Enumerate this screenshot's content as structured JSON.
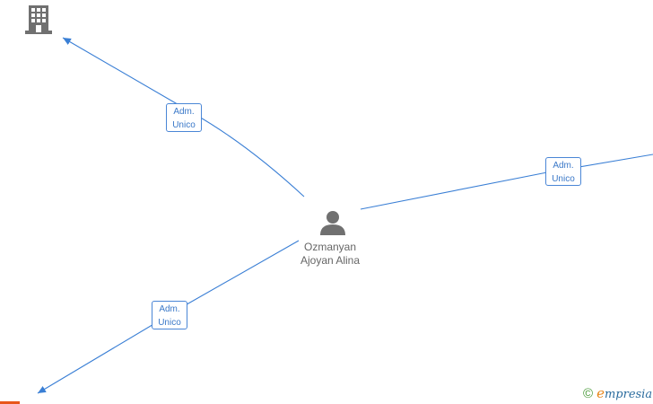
{
  "center_node": {
    "icon": "person-icon",
    "name_line1": "Ozmanyan",
    "name_line2": "Ajoyan Alina"
  },
  "edges": [
    {
      "target_icon": "building-icon",
      "role_line1": "Adm.",
      "role_line2": "Unico"
    },
    {
      "target_icon": "company-off-screen",
      "role_line1": "Adm.",
      "role_line2": "Unico"
    },
    {
      "target_icon": "company-off-screen",
      "role_line1": "Adm.",
      "role_line2": "Unico"
    }
  ],
  "watermark": {
    "copyright": "©",
    "brand_initial": "e",
    "brand_rest": "mpresia"
  },
  "colors": {
    "edge": "#3a7fd5",
    "icon": "#707070",
    "label_text": "#3a78c8",
    "accent": "#e8561a"
  }
}
